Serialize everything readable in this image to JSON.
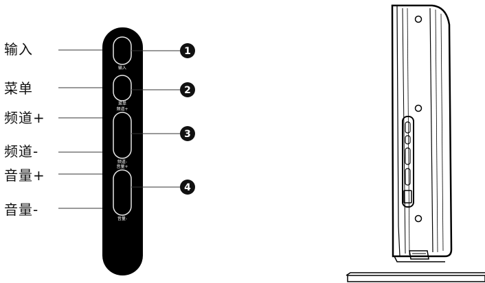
{
  "panel": {
    "side_labels": [
      "输入",
      "菜单",
      "频道+",
      "频道-",
      "音量+",
      "音量-"
    ],
    "button_labels": [
      "输入",
      "菜单",
      "频道+",
      "频道-",
      "音量+",
      "音量-"
    ],
    "callouts": [
      "1",
      "2",
      "3",
      "4"
    ]
  },
  "colors": {
    "panel": "#000000",
    "line": "#333333",
    "callout_fill": "#111111",
    "callout_text": "#ffffff"
  }
}
